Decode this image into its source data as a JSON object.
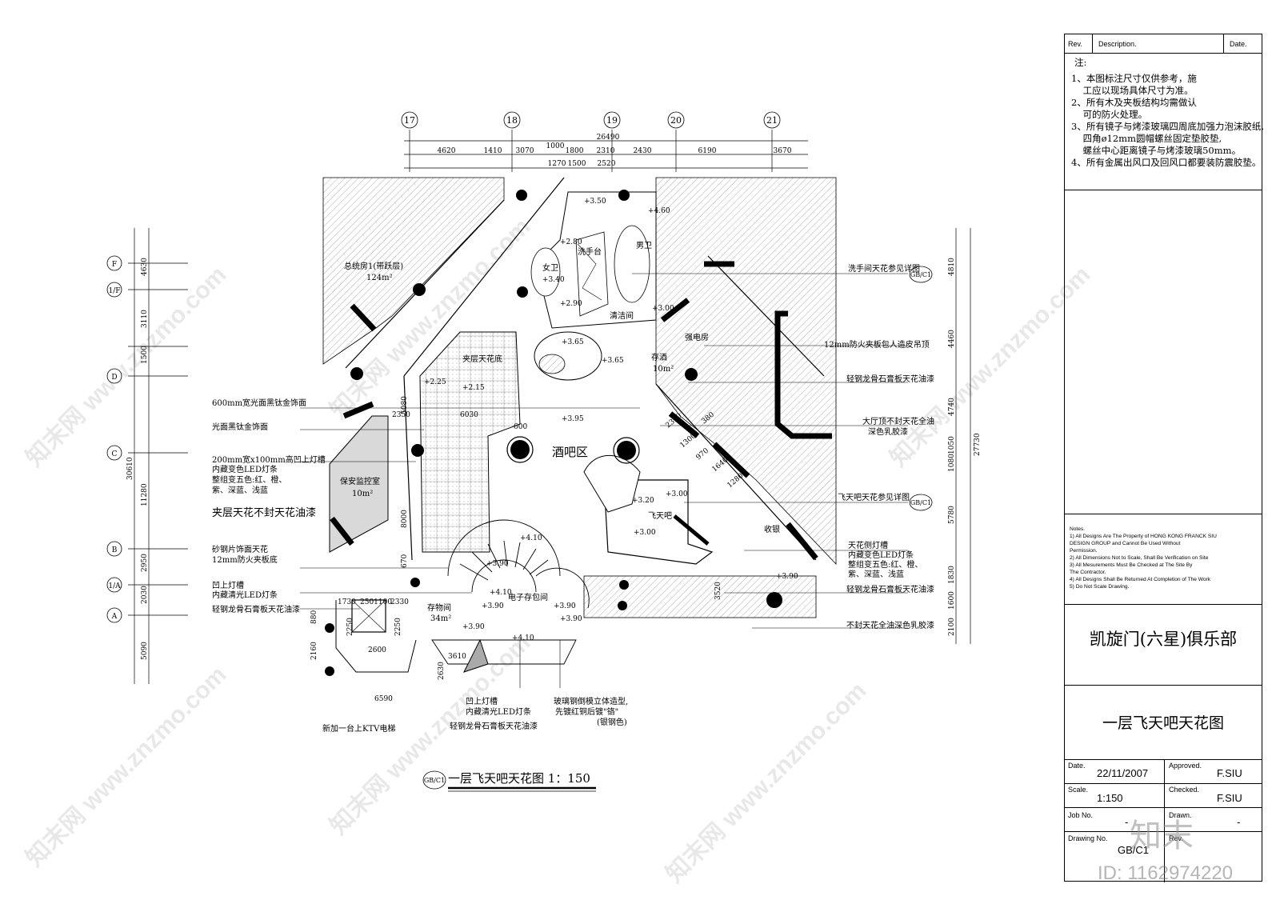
{
  "grid_columns": [
    "17",
    "18",
    "19",
    "20",
    "21"
  ],
  "grid_rows": [
    "F",
    "1/F",
    "D",
    "C",
    "B",
    "1/A",
    "A"
  ],
  "top_dims_total": "26490",
  "top_dims_row1": [
    "4620",
    "1410",
    "3070",
    "1000",
    "1800",
    "2310",
    "2430",
    "6190",
    "3670"
  ],
  "top_dims_row2": [
    "1270",
    "1500",
    "2520"
  ],
  "left_dims_outer": "30610",
  "left_dims_inner": [
    "4630",
    "3110",
    "1500",
    "11280",
    "2950",
    "2030",
    "5090"
  ],
  "right_dims_total": "27730",
  "right_dims": [
    "4810",
    "4460",
    "4740",
    "1080",
    "1050",
    "5780",
    "1830",
    "1600",
    "2100"
  ],
  "rooms": {
    "suite": "总统房1(带跃层)",
    "suite_area": "124m²",
    "female_wc": "女卫",
    "male_wc": "男卫",
    "cleaning": "清洁间",
    "power": "强电房",
    "mezz": "夹层天花底",
    "wine": "存酒",
    "wine_area": "10m²",
    "bar": "酒吧区",
    "security": "保安监控室",
    "security_area": "10m²",
    "cashier": "收银",
    "storage": "存物间",
    "storage_area": "34m²",
    "e_storage": "电子存包间",
    "fly": "飞天吧",
    "sink": "洗手台"
  },
  "levels": [
    "+3.50",
    "+4.60",
    "+2.80",
    "+3.40",
    "+3.00",
    "+2.90",
    "+3.65",
    "+3.65",
    "+2.25",
    "+2.15",
    "+3.95",
    "+3.20",
    "+3.00",
    "+3.00",
    "+4.10",
    "+3.90",
    "+4.10",
    "+3.90",
    "+3.90",
    "+3.90",
    "+3.90",
    "+4.10",
    "+3.90"
  ],
  "labels_left": [
    "600mm宽光面黑钛金饰面",
    "光面黑钛金饰面",
    "200mm宽x100mm高凹上灯槽",
    "内藏变色LED灯条",
    "整组变五色:红、橙、",
    "紫、深蓝、浅蓝",
    "夹层天花不封天花油漆",
    "砂钢片饰面天花",
    "12mm防火夹板底",
    "凹上灯槽",
    "内藏清光LED灯条",
    "轻钢龙骨石膏板天花油漆"
  ],
  "labels_right": [
    "洗手间天花参见详图",
    "12mm防火夹板包人造皮吊顶",
    "轻钢龙骨石膏板天花油漆",
    "大厅顶不封天花全油",
    "深色乳胶漆",
    "飞天吧天花参见详图",
    "天花侧灯槽",
    "内藏变色LED灯条",
    "整组变五色:红、橙、",
    "紫、深蓝、浅蓝",
    "轻钢龙骨石膏板天花油漆",
    "不封天花全油深色乳胶漆"
  ],
  "labels_bottom": [
    "凹上灯槽",
    "内藏清光LED灯条",
    "轻钢龙骨石膏板天花油漆",
    "玻璃钢倒模立体造型,",
    "先镀红铜后镀\"铬\"",
    "(银钢色)",
    "新加一台上KTV电梯"
  ],
  "misc_dims": [
    "2350",
    "6030",
    "600",
    "5080",
    "8000",
    "670",
    "2370",
    "380",
    "1300",
    "970",
    "1640",
    "1280",
    "3520",
    "1730",
    "2501100",
    "2330",
    "2250",
    "2250",
    "2600",
    "3610",
    "2630",
    "6590",
    "2160",
    "880"
  ],
  "callouts": [
    "GB/C1",
    "GB/C1"
  ],
  "drawing_title": "一层飞天吧天花图 1：150",
  "drawing_title_tag": "GB/C1",
  "titleblock": {
    "rev_header": [
      "Rev.",
      "Description.",
      "Date."
    ],
    "notes_title": "注:",
    "notes_cn": [
      "1、本图标注尺寸仅供参考，施",
      "    工应以现场具体尺寸为准。",
      "2、所有木及夹板结构均需做认",
      "    可的防火处理。",
      "3、所有镜子与烤漆玻璃四周底加强力泡沫胶纸,",
      "    四角ø12mm圆帽螺丝固定垫胶垫,",
      "    螺丝中心距离镜子与烤漆玻璃50mm。",
      "4、所有金属出风口及回风口都要装防震胶垫。"
    ],
    "notes_en_title": "Notes.",
    "notes_en": [
      "1)  All Designs Are The Property of HONG KONG FRANCK SIU",
      "     DESIGN GROUP and Cannot Be Used Without",
      "     Permission.",
      "2)  All Dimensions Not to Scale, Shall Be Verification on Site",
      "3)  All Mesurements Must Be Checked at The Site By",
      "     The Contractor.",
      "4)  All Designs Shall Be Returned At Completion of The Work",
      "5)  Do Not Scale Drawing."
    ],
    "project": "凯旋门(六星)俱乐部",
    "sheet_title": "一层飞天吧天花图",
    "date_label": "Date.",
    "date": "22/11/2007",
    "approved_label": "Approved.",
    "approved": "F.SIU",
    "scale_label": "Scale.",
    "scale": "1:150",
    "checked_label": "Checked.",
    "checked": "F.SIU",
    "jobno_label": "Job No.",
    "jobno": "-",
    "drawn_label": "Drawn.",
    "drawn": "-",
    "drawingno_label": "Drawing No.",
    "drawingno": "GB/C1",
    "rev_label": "Rev."
  },
  "watermark": "知末网 www.znzmo.com",
  "brand": "知末",
  "id_text": "ID: 1162974220"
}
